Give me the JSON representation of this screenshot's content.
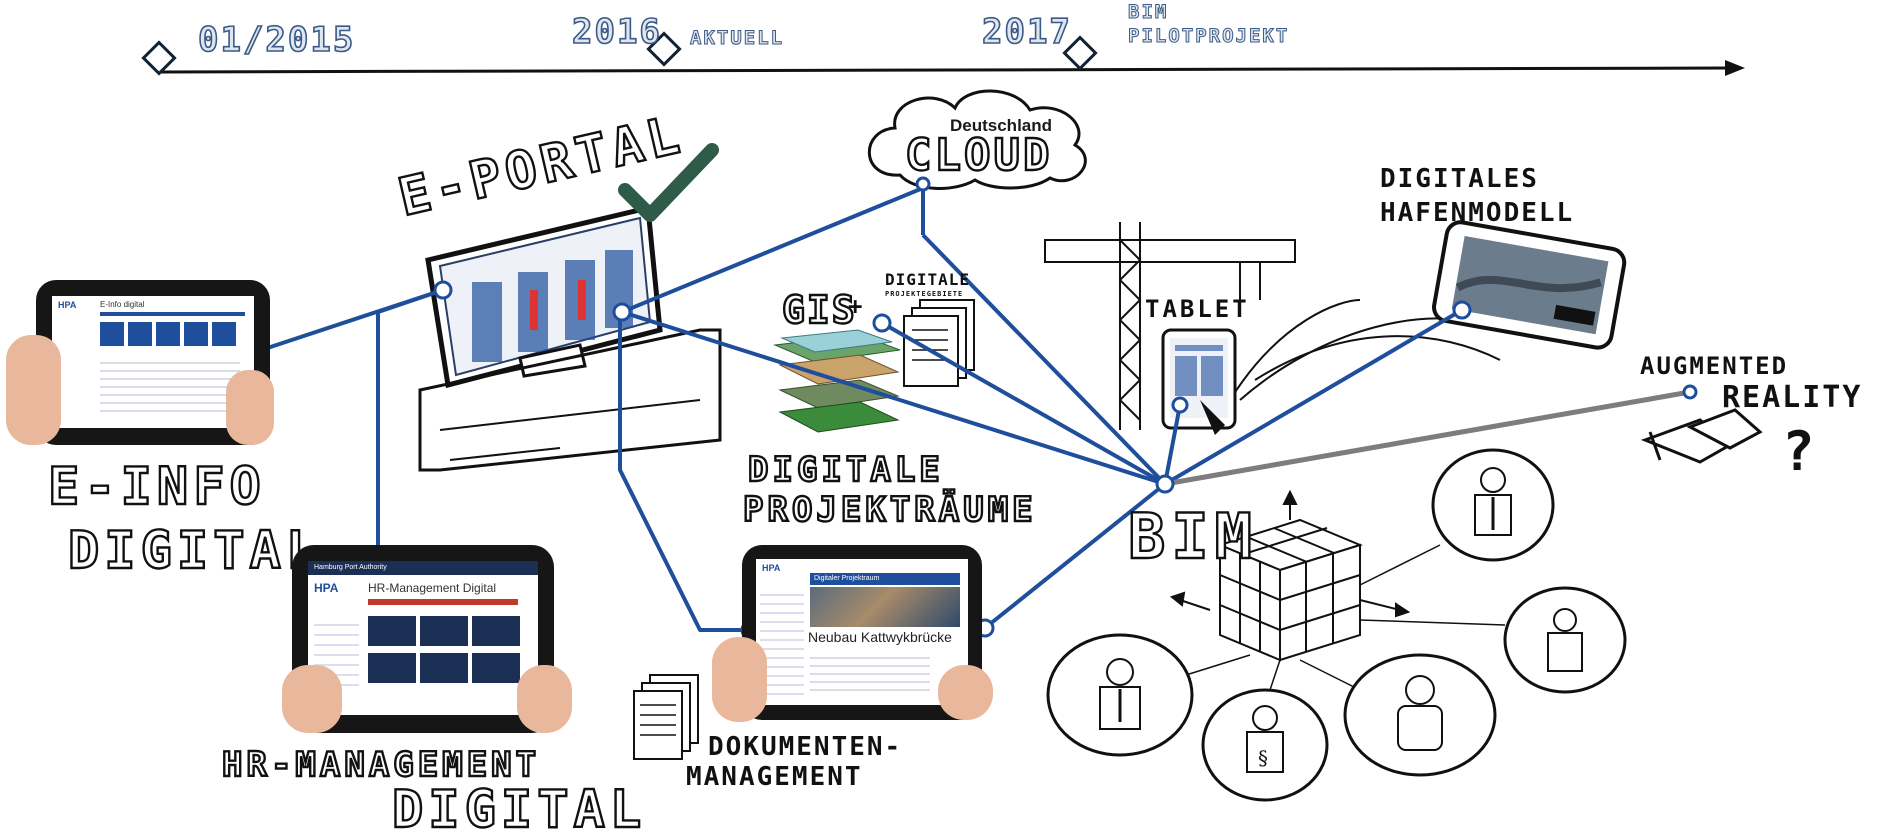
{
  "timeline": {
    "start_date": "01/2015",
    "current_year": "2016",
    "current_label": "AKTUELL",
    "future_year": "2017",
    "future_label_line1": "BIM",
    "future_label_line2": "PILOTPROJEKT"
  },
  "nodes": {
    "eportal": "E-PORTAL",
    "cloud_top": "Deutschland",
    "cloud_main": "CLOUD",
    "gis": "GIS",
    "gis_plus": "+",
    "gis_digitale": "DIGITALE",
    "gis_sub": "PROJEKTEGEBIETE",
    "hafen_line1": "DIGITALES",
    "hafen_line2": "HAFENMODELL",
    "tablet": "TABLET",
    "augmented_line1": "AUGMENTED",
    "augmented_line2": "REALITY",
    "augmented_q": "?",
    "einfo_line1": "E-INFO",
    "einfo_line2": "DIGITAL",
    "projektraeume_line1": "DIGITALE",
    "projektraeume_line2": "PROJEKTRÄUME",
    "bim": "BIM",
    "hr_line1": "HR-MANAGEMENT",
    "hr_line2": "DIGITAL",
    "dok_line1": "DOKUMENTEN-",
    "dok_line2": "MANAGEMENT"
  },
  "screens": {
    "einfo_title": "E-Info digital",
    "einfo_brand": "HPA",
    "hr_header": "Hamburg Port Authority",
    "hr_brand": "HPA",
    "hr_title": "HR-Management Digital",
    "projekt_brand": "HPA",
    "projekt_header": "Digitaler Projektraum",
    "projekt_title": "Neubau Kattwykbrücke"
  },
  "colors": {
    "connector": "#1f4e9c",
    "ar_connector": "#7d7d7d",
    "timeline_text": "#3b5a86",
    "eportal_check": "#2e5b4a"
  }
}
